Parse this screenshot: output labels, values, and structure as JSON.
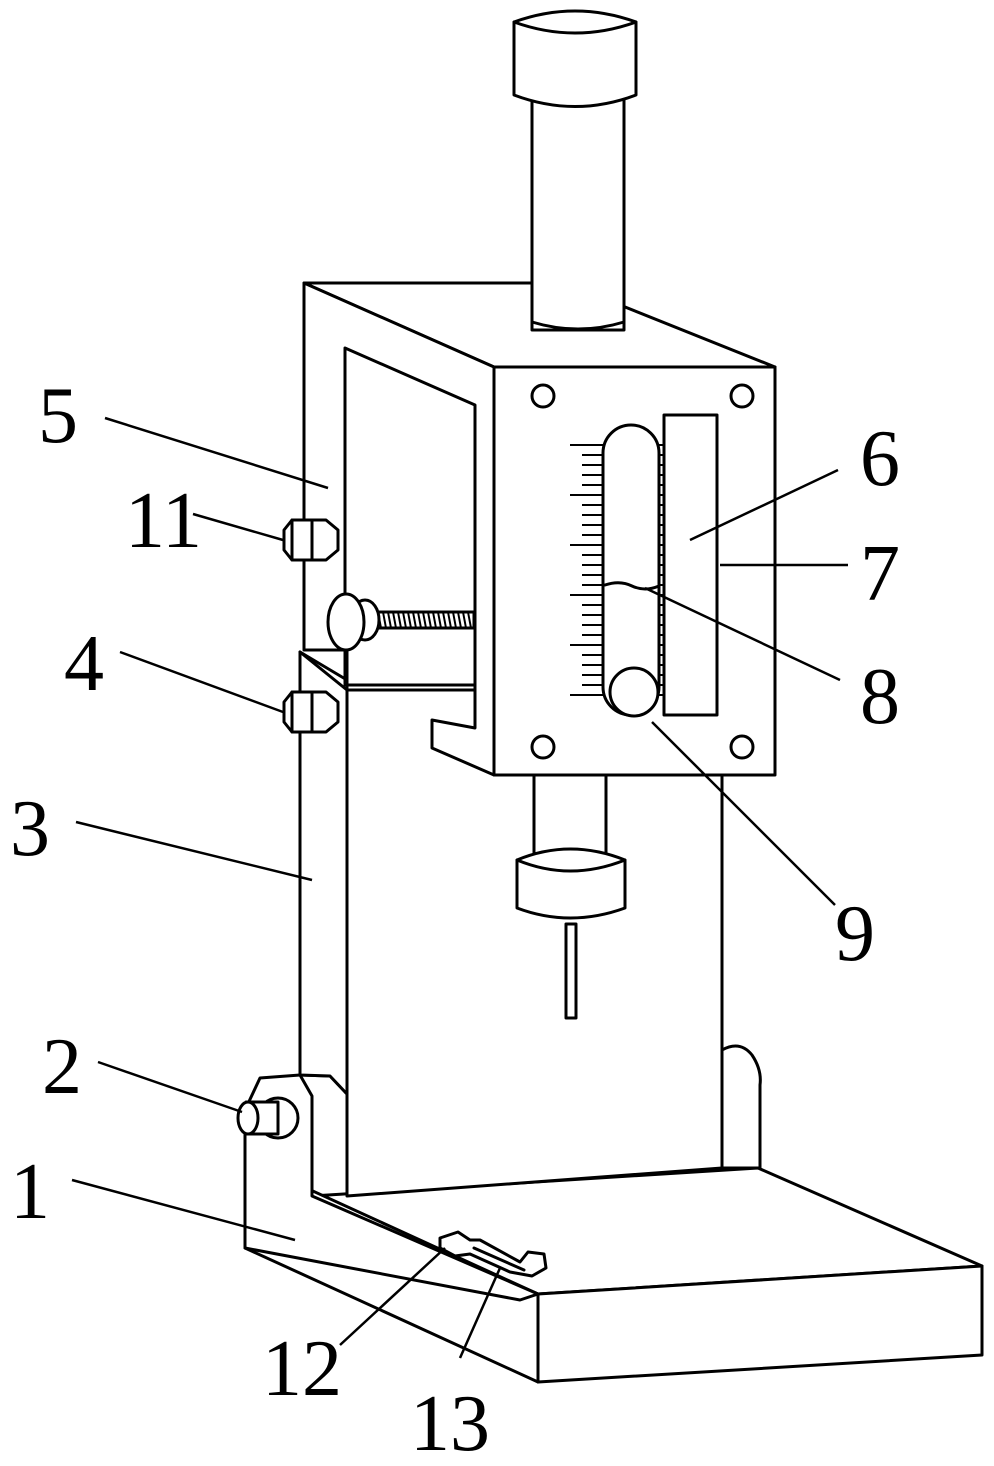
{
  "labels": {
    "l1": "1",
    "l2": "2",
    "l3": "3",
    "l4": "4",
    "l5": "5",
    "l6": "6",
    "l7": "7",
    "l8": "8",
    "l9": "9",
    "l11": "11",
    "l12": "12",
    "l13": "13"
  }
}
